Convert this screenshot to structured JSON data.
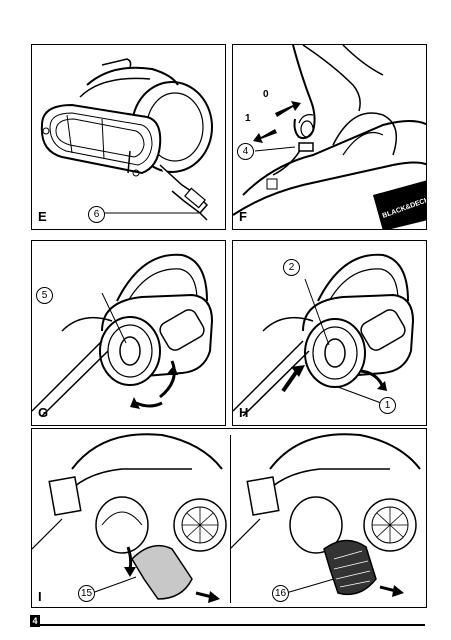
{
  "panels": {
    "e": {
      "label": "E",
      "callouts": [
        "6"
      ]
    },
    "f": {
      "label": "F",
      "callouts": [
        "4"
      ],
      "switch_positions": [
        "0",
        "1"
      ],
      "logo": "BLACK&DECKER"
    },
    "g": {
      "label": "G",
      "callouts": [
        "5"
      ]
    },
    "h": {
      "label": "H",
      "callouts": [
        "2",
        "1"
      ]
    },
    "i": {
      "label": "I",
      "callouts": [
        "15"
      ]
    },
    "j": {
      "callouts": [
        "16"
      ]
    }
  },
  "page_number": "4"
}
